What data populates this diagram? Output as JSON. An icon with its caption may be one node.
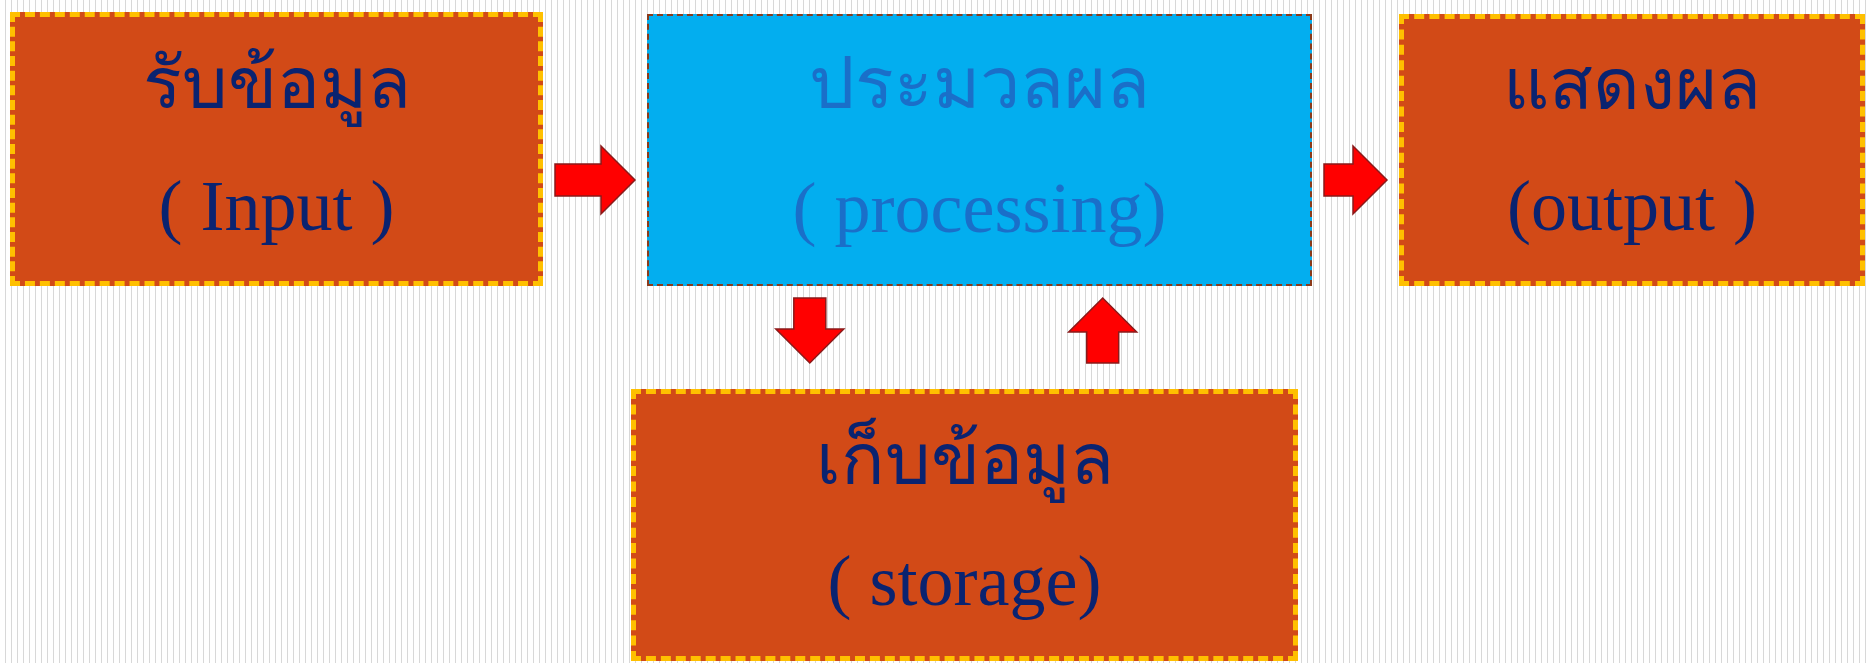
{
  "diagram": {
    "nodes": [
      {
        "text": [
          "รับข้อมูล",
          "( Input )"
        ]
      },
      {
        "text": [
          "ประมวลผล",
          "( processing)"
        ]
      },
      {
        "text": [
          "แสดงผล",
          "(output )"
        ]
      },
      {
        "text": [
          "เก็บข้อมูล",
          "( storage)"
        ]
      }
    ],
    "edges": [
      {
        "from": 0,
        "to": 1,
        "arrow": "to"
      },
      {
        "from": 1,
        "to": 2,
        "arrow": "to"
      },
      {
        "from": 1,
        "to": 3,
        "arrow": "to"
      },
      {
        "from": 3,
        "to": 1,
        "arrow": "to"
      }
    ]
  }
}
